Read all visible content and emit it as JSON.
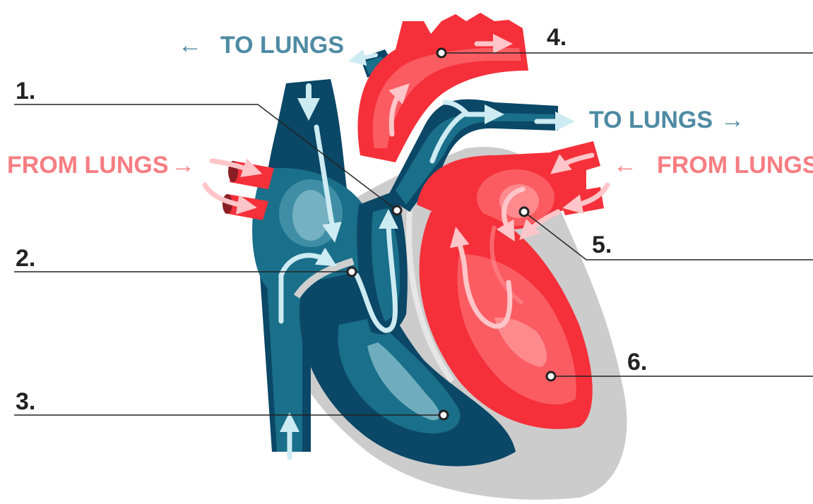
{
  "annotations": {
    "to_lungs_left": "TO LUNGS",
    "to_lungs_right": "TO LUNGS",
    "from_lungs_left": "FROM LUNGS",
    "from_lungs_right": "FROM LUNGS"
  },
  "callouts": [
    "1.",
    "2.",
    "3.",
    "4.",
    "5.",
    "6."
  ],
  "icons": {
    "arrow_left": "←",
    "arrow_right": "→"
  },
  "colors": {
    "deoxygenated_dark": "#0b4766",
    "deoxygenated_mid": "#1a6f8a",
    "deoxygenated_light": "#7fb7c6",
    "oxygenated_red": "#f5303a",
    "oxygenated_mid": "#fa5c62",
    "oxygenated_light": "#ff8a8e",
    "to_lungs_text": "#4e8aa3",
    "from_lungs_text": "#f67d82",
    "outline_gray": "#cccccc",
    "flow_arrow": "#cdebf2"
  }
}
